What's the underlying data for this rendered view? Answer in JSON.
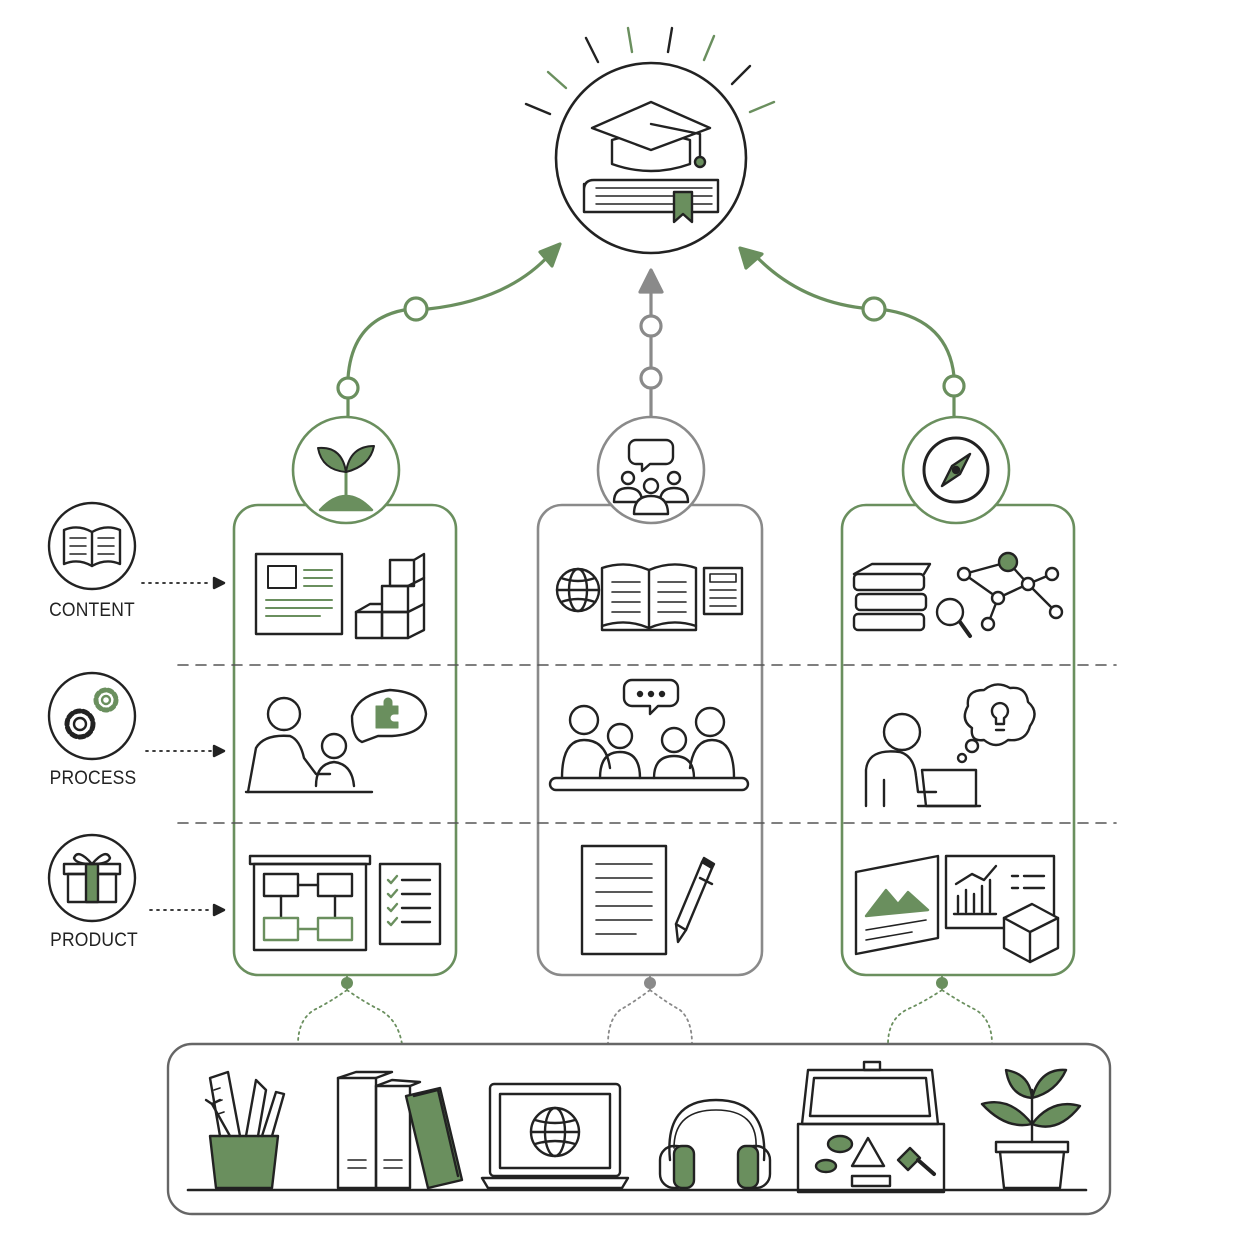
{
  "rows": {
    "content": "CONTENT",
    "process": "PROCESS",
    "product": "PRODUCT"
  },
  "colors": {
    "ink": "#222222",
    "accent": "#6a8f5e",
    "grey": "#8a8a8a"
  },
  "icons": {
    "goal": "graduation-cap-on-book-icon",
    "column_1": "seedling-icon",
    "column_2": "group-discussion-icon",
    "column_3": "compass-icon",
    "row_content": "open-book-icon",
    "row_process": "gears-icon",
    "row_product": "gift-box-icon",
    "resources": [
      "pencil-cup-icon",
      "binders-icon",
      "laptop-globe-icon",
      "headphones-icon",
      "toolbox-icon",
      "potted-plant-icon"
    ]
  }
}
